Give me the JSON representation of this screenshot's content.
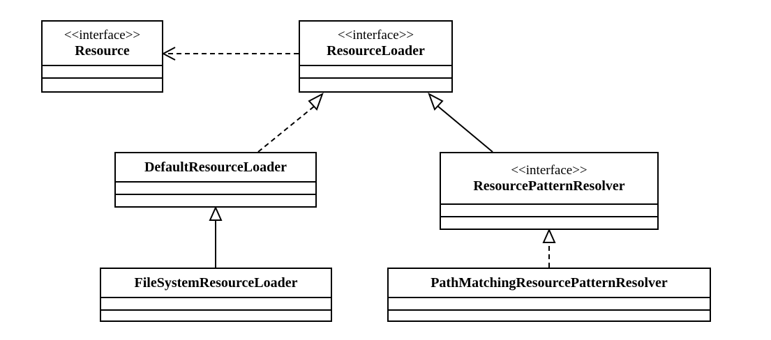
{
  "classes": {
    "resource": {
      "stereotype": "<<interface>>",
      "name": "Resource"
    },
    "resource_loader": {
      "stereotype": "<<interface>>",
      "name": "ResourceLoader"
    },
    "default_resource_loader": {
      "name": "DefaultResourceLoader"
    },
    "resource_pattern_resolver": {
      "stereotype": "<<interface>>",
      "name": "ResourcePatternResolver"
    },
    "file_system_resource_loader": {
      "name": "FileSystemResourceLoader"
    },
    "path_matching_resource_pattern_resolver": {
      "name": "PathMatchingResourcePatternResolver"
    }
  },
  "relationships": [
    {
      "from": "ResourceLoader",
      "to": "Resource",
      "type": "dependency"
    },
    {
      "from": "DefaultResourceLoader",
      "to": "ResourceLoader",
      "type": "realization"
    },
    {
      "from": "ResourcePatternResolver",
      "to": "ResourceLoader",
      "type": "generalization"
    },
    {
      "from": "FileSystemResourceLoader",
      "to": "DefaultResourceLoader",
      "type": "generalization"
    },
    {
      "from": "PathMatchingResourcePatternResolver",
      "to": "ResourcePatternResolver",
      "type": "realization"
    }
  ]
}
